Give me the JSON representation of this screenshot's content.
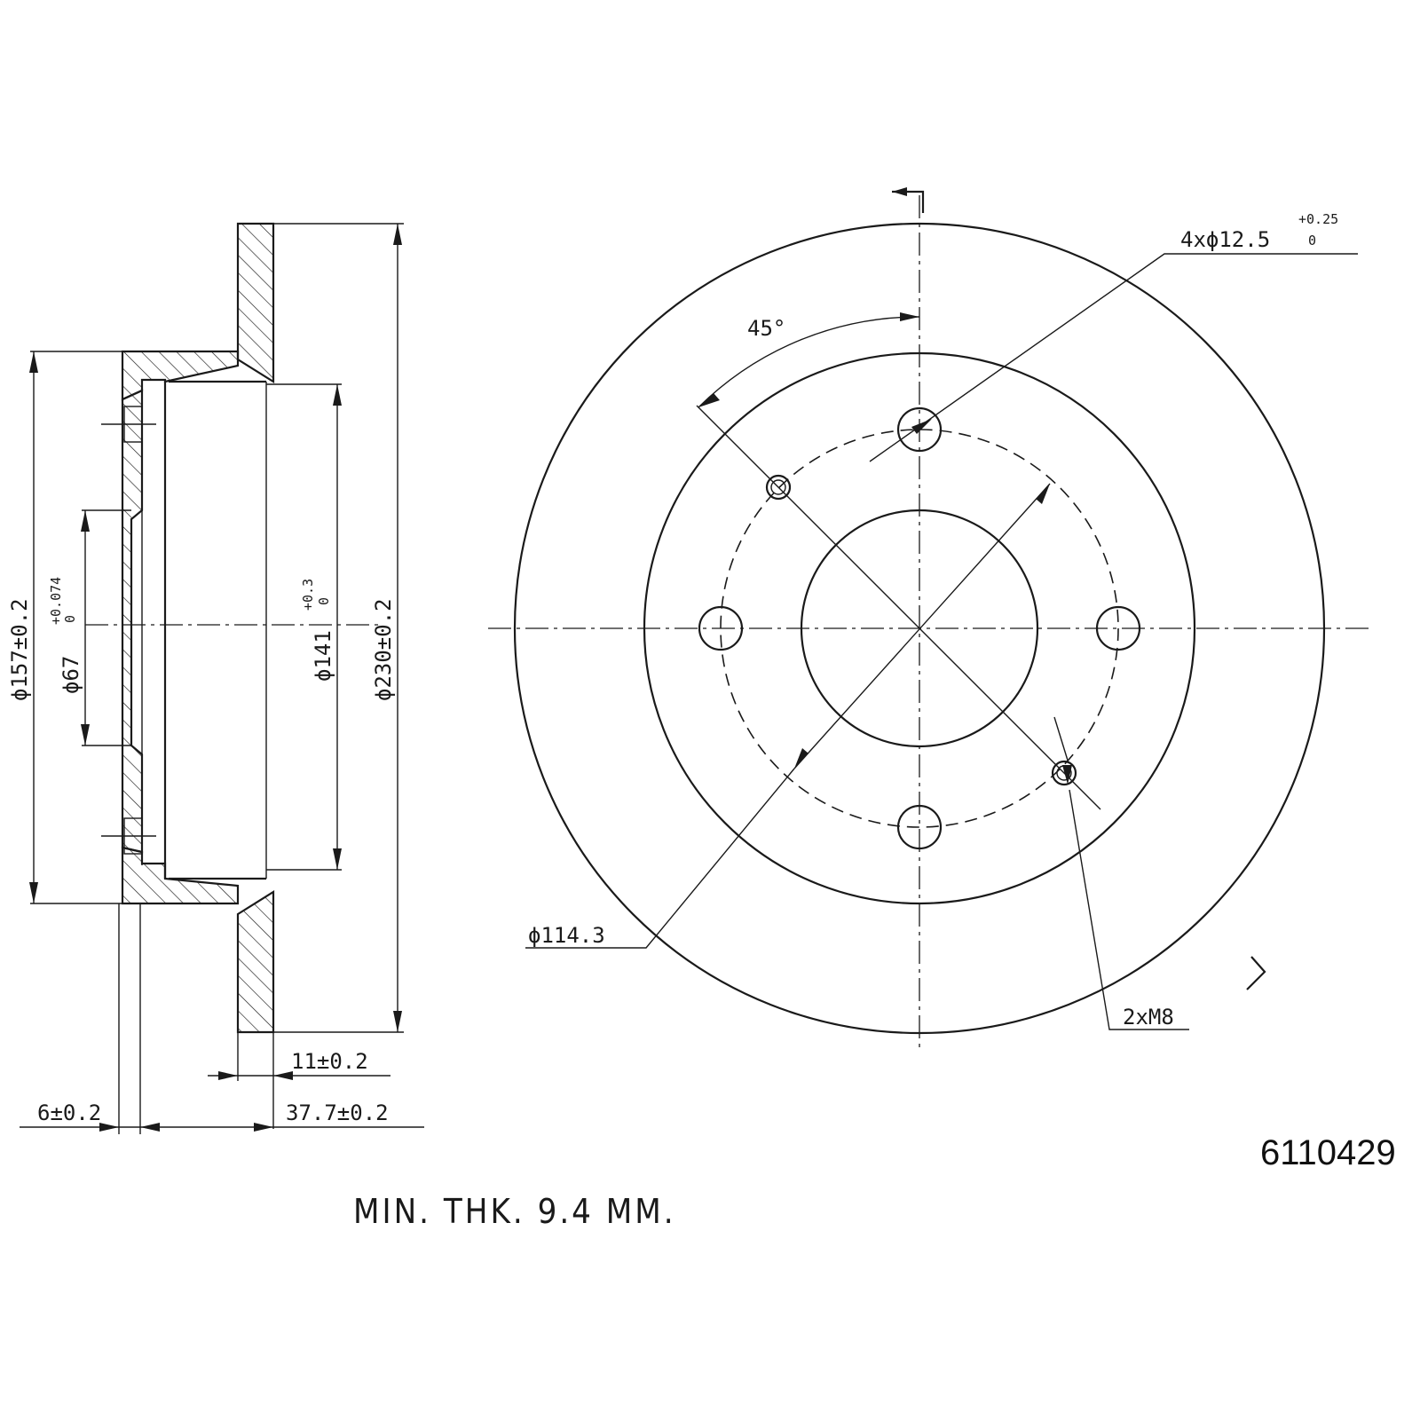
{
  "drawing": {
    "part_number": "6110429",
    "note": "MIN. THK. 9.4 MM.",
    "front_view": {
      "angle_label": "45°",
      "bolt_hole_label": "4xϕ12.5",
      "bolt_hole_tol_upper": "+0.25",
      "bolt_hole_tol_lower": "0",
      "thread_label": "2xM8",
      "pcd_label": "ϕ114.3"
    },
    "section_view": {
      "outer_diameter": "ϕ230±0.2",
      "hat_diameter": "ϕ141",
      "hat_tol_upper": "+0.3",
      "hat_tol_lower": "0",
      "flange_diameter": "ϕ157±0.2",
      "bore_diameter": "ϕ67",
      "bore_tol_upper": "+0.074",
      "bore_tol_lower": "0",
      "disc_thickness": "11±0.2",
      "hat_thickness": "6±0.2",
      "total_height": "37.7±0.2"
    }
  }
}
